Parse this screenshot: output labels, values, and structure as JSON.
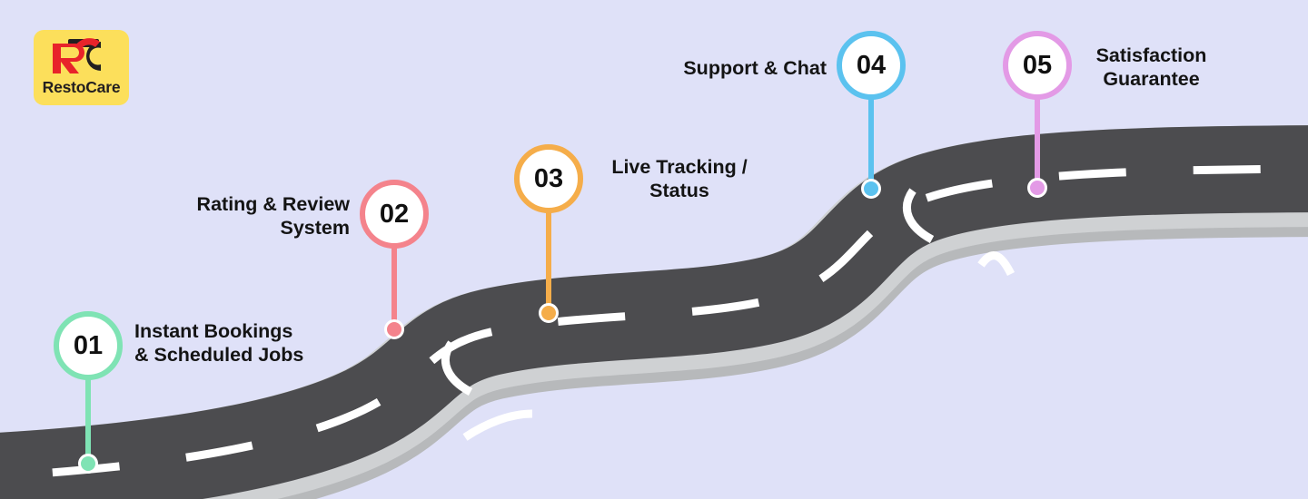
{
  "background_color": "#dfe1f8",
  "logo": {
    "name": "RestoCare",
    "wordmark": "RestoCare",
    "monogram": "RC",
    "plate_color": "#fcdf5b",
    "r_color": "#e8232a",
    "c_color": "#231f20",
    "text_color": "#231f20"
  },
  "road": {
    "asphalt_color": "#4c4c4f",
    "edge_color": "#b7b9bb",
    "edge_highlight_color": "#cfd1d3",
    "dash_color": "#ffffff"
  },
  "milestones": [
    {
      "number": "01",
      "label": "Instant Bookings\n& Scheduled Jobs",
      "color": "#7fe3b4",
      "label_align": "left"
    },
    {
      "number": "02",
      "label": "Rating & Review\nSystem",
      "color": "#f4838c",
      "label_align": "right"
    },
    {
      "number": "03",
      "label": "Live Tracking /\nStatus",
      "color": "#f5ad4a",
      "label_align": "center"
    },
    {
      "number": "04",
      "label": "Support & Chat",
      "color": "#5bc2ef",
      "label_align": "right"
    },
    {
      "number": "05",
      "label": "Satisfaction\nGuarantee",
      "color": "#e39ae6",
      "label_align": "center"
    }
  ]
}
